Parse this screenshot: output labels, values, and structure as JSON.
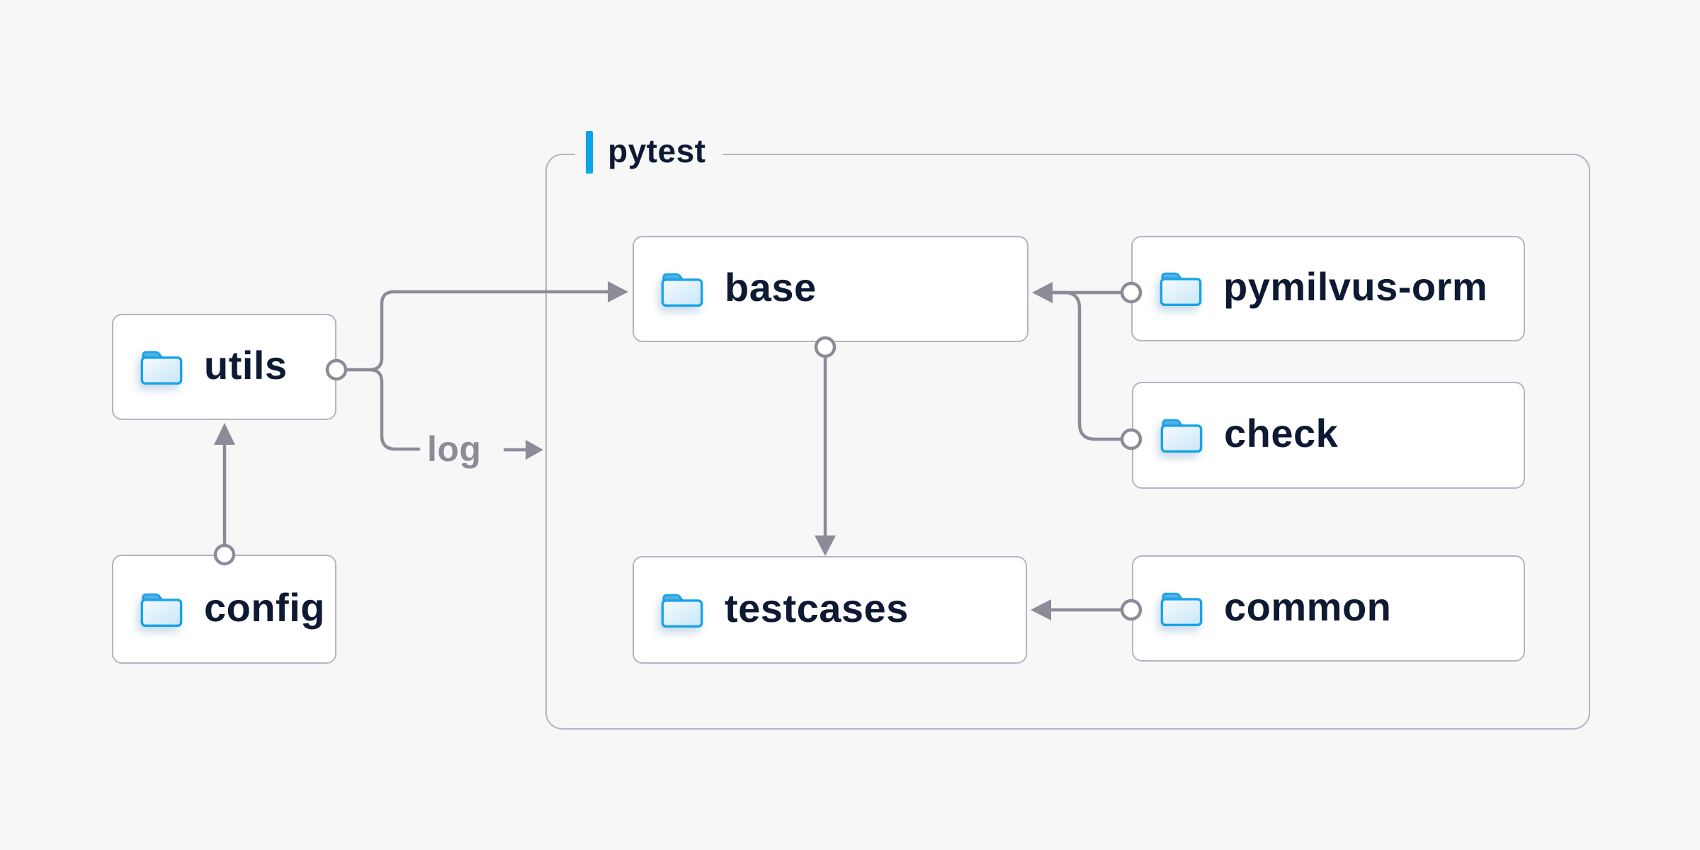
{
  "diagram": {
    "background": "#f7f7f8",
    "colors": {
      "node_border": "#b5b5c1",
      "node_text": "#0e1a33",
      "wire_gray": "#8c8c98",
      "accent_blue": "#0ca3e8",
      "folder_outline_blue": "#18a3e9"
    },
    "group": {
      "label": "pytest",
      "members": [
        "base",
        "pymilvus-orm",
        "check",
        "testcases",
        "common"
      ]
    },
    "nodes": [
      {
        "id": "utils",
        "label": "utils"
      },
      {
        "id": "config",
        "label": "config"
      },
      {
        "id": "base",
        "label": "base"
      },
      {
        "id": "pymilvus-orm",
        "label": "pymilvus-orm"
      },
      {
        "id": "check",
        "label": "check"
      },
      {
        "id": "testcases",
        "label": "testcases"
      },
      {
        "id": "common",
        "label": "common"
      }
    ],
    "edges": [
      {
        "from": "config",
        "to": "utils"
      },
      {
        "from": "utils",
        "to": "base"
      },
      {
        "from": "utils",
        "to": "pytest",
        "label": "log"
      },
      {
        "from": "pymilvus-orm",
        "to": "base"
      },
      {
        "from": "check",
        "to": "base"
      },
      {
        "from": "base",
        "to": "testcases"
      },
      {
        "from": "common",
        "to": "testcases"
      }
    ],
    "annotations": {
      "log_label": "log"
    }
  }
}
